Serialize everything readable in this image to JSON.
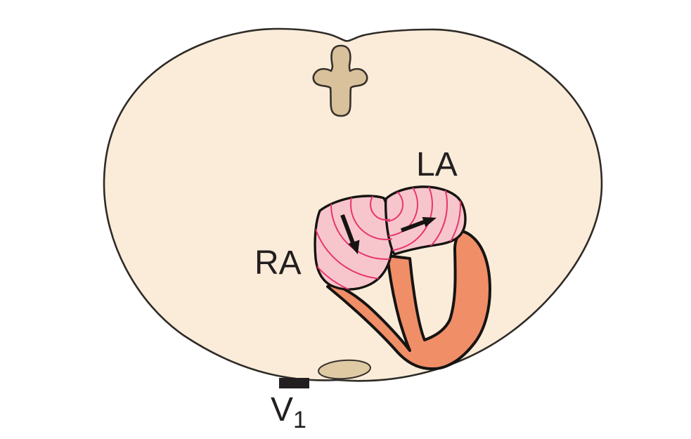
{
  "labels": {
    "right_atrium": "RA",
    "left_atrium": "LA",
    "lead_letter": "V",
    "lead_subscript": "1"
  },
  "colors": {
    "canvas": "#ffffff",
    "torso_fill": "#FBECD9",
    "torso_outline": "#2E2B27",
    "vertebra_fill": "#D9C29B",
    "sternum_fill": "#DFCAA4",
    "bone_outline": "#35312C",
    "atrium_fill": "#F7C6CC",
    "isochrone": "#E8356E",
    "ventricle_fill": "#F08E68",
    "heart_outline": "#161412",
    "ink": "#231F20"
  }
}
